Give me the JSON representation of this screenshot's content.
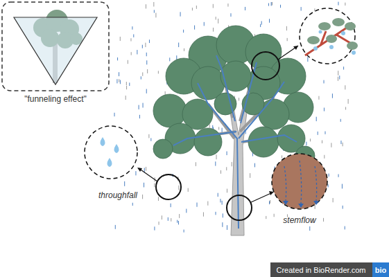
{
  "diagram": {
    "labels": [
      "\"funneling effect\"",
      "throughfall",
      "stemflow",
      "Created in BioRender.com",
      "bio"
    ]
  }
}
